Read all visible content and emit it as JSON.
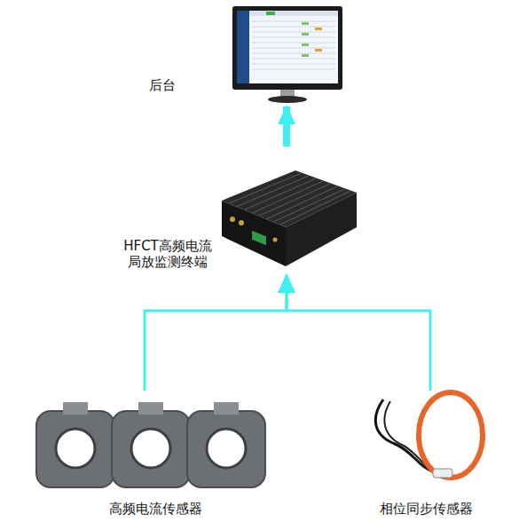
{
  "diagram": {
    "nodes": [
      {
        "text": [
          "后台"
        ]
      },
      {
        "text": [
          "HFCT高频电流 局放监测终端"
        ]
      },
      {
        "text": [
          "高频电流传感器"
        ]
      },
      {
        "text": [
          "相位同步传感器"
        ]
      }
    ],
    "edges": [
      {
        "from": 2,
        "to": 1,
        "arrow": "to"
      },
      {
        "from": 3,
        "to": 1,
        "arrow": "to"
      },
      {
        "from": 1,
        "to": 0,
        "arrow": "to"
      }
    ]
  }
}
